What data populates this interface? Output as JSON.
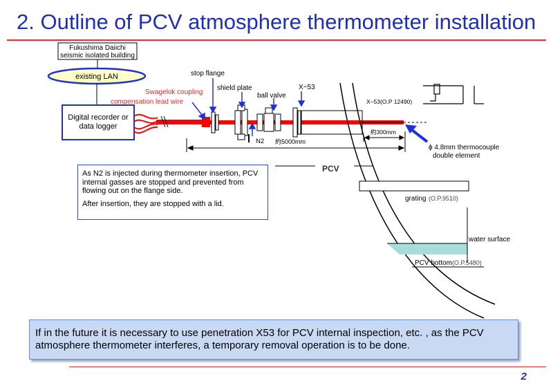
{
  "title": "2. Outline of PCV atmosphere thermometer installation",
  "building_box": {
    "line1": "Fukushima Daiichi",
    "line2": "seismic isolated building"
  },
  "lan_label": "existing LAN",
  "recorder_box": {
    "line1": "Digital recorder or",
    "line2": "data logger"
  },
  "labels": {
    "stop_flange": "stop flange",
    "shield_plate": "shield plate",
    "ball_valve": "ball valve",
    "x53": "X−53",
    "swagelok": "Swagelok coupling",
    "comp_wire": "compensation lead wire",
    "x53_op": "X−53(O.P 12490)",
    "len300": "約300mm",
    "n2": "N2",
    "len5000": "約5000mm",
    "thermo_line1": "ϕ 4.8mm thermocouple",
    "thermo_line2": "double element",
    "pcv": "PCV",
    "grating": "grating",
    "grating_op": "(O.P.9510)",
    "water_surface": "water surface",
    "pcv_bottom": "PCV bottom",
    "pcv_bottom_op": "(O.P.5480)"
  },
  "note": {
    "para1": "As N2 is injected during thermometer insertion, PCV internal gasses are stopped and prevented from flowing out on the flange side.",
    "para2": "After insertion, they are stopped with a lid."
  },
  "bottom_text": "If in the future it is necessary to use penetration X53 for PCV internal inspection, etc. , as the PCV atmosphere thermometer interferes, a temporary removal operation is to be done.",
  "page_number": "2",
  "colors": {
    "title": "#1f2fb0",
    "rod": "#ff0000",
    "arrow": "#1f2fe0",
    "water": "#a8dcd8",
    "rule": "#e03030"
  }
}
